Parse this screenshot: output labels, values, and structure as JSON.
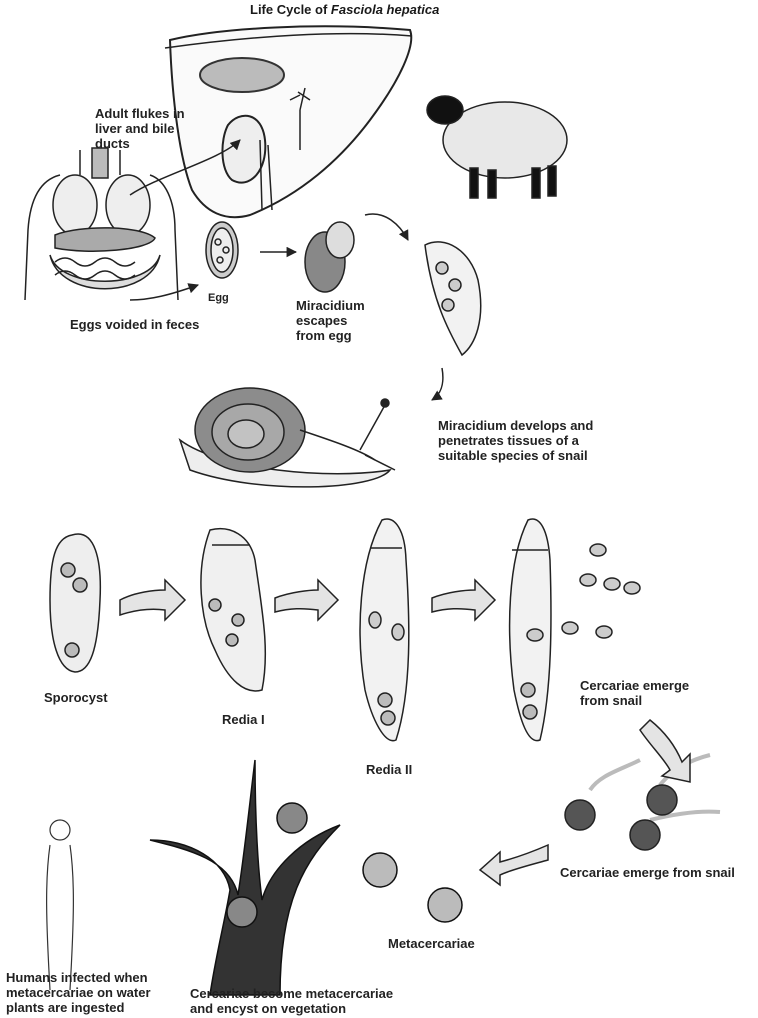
{
  "title": {
    "prefix": "Life Cycle of ",
    "species": "Fasciola hepatica"
  },
  "labels": {
    "adult": "Adult flukes in\nliver and bile\nducts",
    "eggs_voided": "Eggs voided in feces",
    "egg": "Egg",
    "miracidium_escapes": "Miracidium\nescapes\nfrom egg",
    "miracidium_develops": "Miracidium develops and\npenetrates tissues of a\nsuitable species of snail",
    "sporocyst": "Sporocyst",
    "redia1": "Redia I",
    "redia2": "Redia II",
    "cercariae_emerge_1": "Cercariae emerge\nfrom snail",
    "cercariae_emerge_2": "Cercariae emerge from snail",
    "metacercariae": "Metacercariae",
    "humans": "Humans infected when\nmetacercariae on water\nplants are ingested",
    "encyst": "Cercariae become metacercariae\nand encyst on vegetation"
  },
  "colors": {
    "ink": "#222222",
    "shade": "#8a8a8a",
    "dark": "#3a3a3a",
    "light": "#d8d8d8",
    "arrow_fill": "#e4e4e4"
  }
}
